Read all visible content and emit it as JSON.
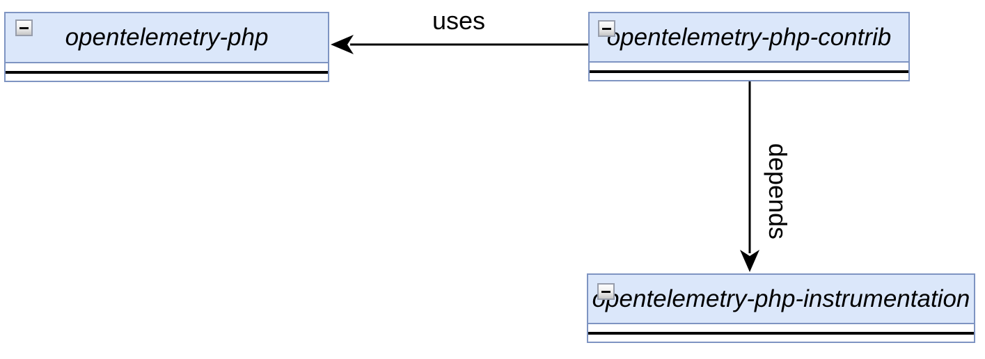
{
  "diagram": {
    "type": "package-dependency-diagram",
    "background": "#ffffff",
    "nodes": [
      {
        "label": "opentelemetry-php",
        "collapsed": true
      },
      {
        "label": "opentelemetry-php-contrib",
        "collapsed": true
      },
      {
        "label": "opentelemetry-php-instrumentation",
        "collapsed": true
      }
    ],
    "edges": [
      {
        "label": "uses",
        "from": "opentelemetry-php-contrib",
        "to": "opentelemetry-php",
        "direction": "left",
        "arrowhead": "filled-classic"
      },
      {
        "label": "depends",
        "from": "opentelemetry-php-contrib",
        "to": "opentelemetry-php-instrumentation",
        "direction": "down",
        "arrowhead": "filled-classic"
      }
    ],
    "icons": {
      "collapse": "minus-icon"
    },
    "colors": {
      "node_fill": "#dbe7fa",
      "node_stroke": "#7e94c2",
      "compartment_divider": "#000000",
      "edge": "#000000",
      "text": "#000000",
      "collapse_button_border": "#979dab",
      "collapse_button_fill_top": "#ffffff",
      "collapse_button_fill_bottom": "#c7c7c7",
      "minus_glyph": "#0a0a0a"
    }
  }
}
